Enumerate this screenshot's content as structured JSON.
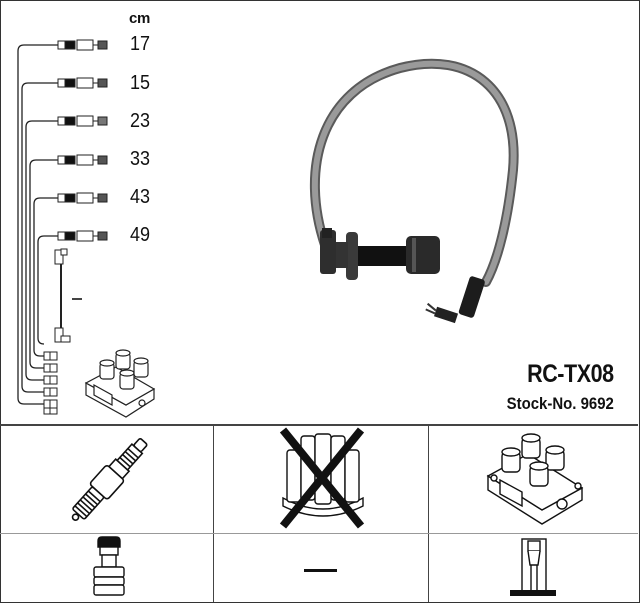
{
  "product": {
    "code": "RC-TX08",
    "stock_label": "Stock-No. 9692"
  },
  "cable_lengths": {
    "unit": "cm",
    "values": [
      "17",
      "15",
      "23",
      "33",
      "43",
      "49"
    ]
  },
  "coil_lead": {
    "quantity": "–"
  },
  "compatibility": {
    "row1": [
      {
        "component": "spark-plug",
        "state": "included"
      },
      {
        "component": "distributor-cap",
        "state": "not-applicable"
      },
      {
        "component": "ignition-coil",
        "state": "included"
      }
    ],
    "row2": [
      {
        "component": "spark-plug-connector",
        "state": "shown"
      },
      {
        "component": "distributor-connector",
        "state": "none",
        "text": "—"
      },
      {
        "component": "coil-connector",
        "state": "shown"
      }
    ]
  },
  "colors": {
    "line": "#111111",
    "border": "#444444",
    "cable": "#8a8a8a",
    "boot": "#2a2a2a"
  }
}
